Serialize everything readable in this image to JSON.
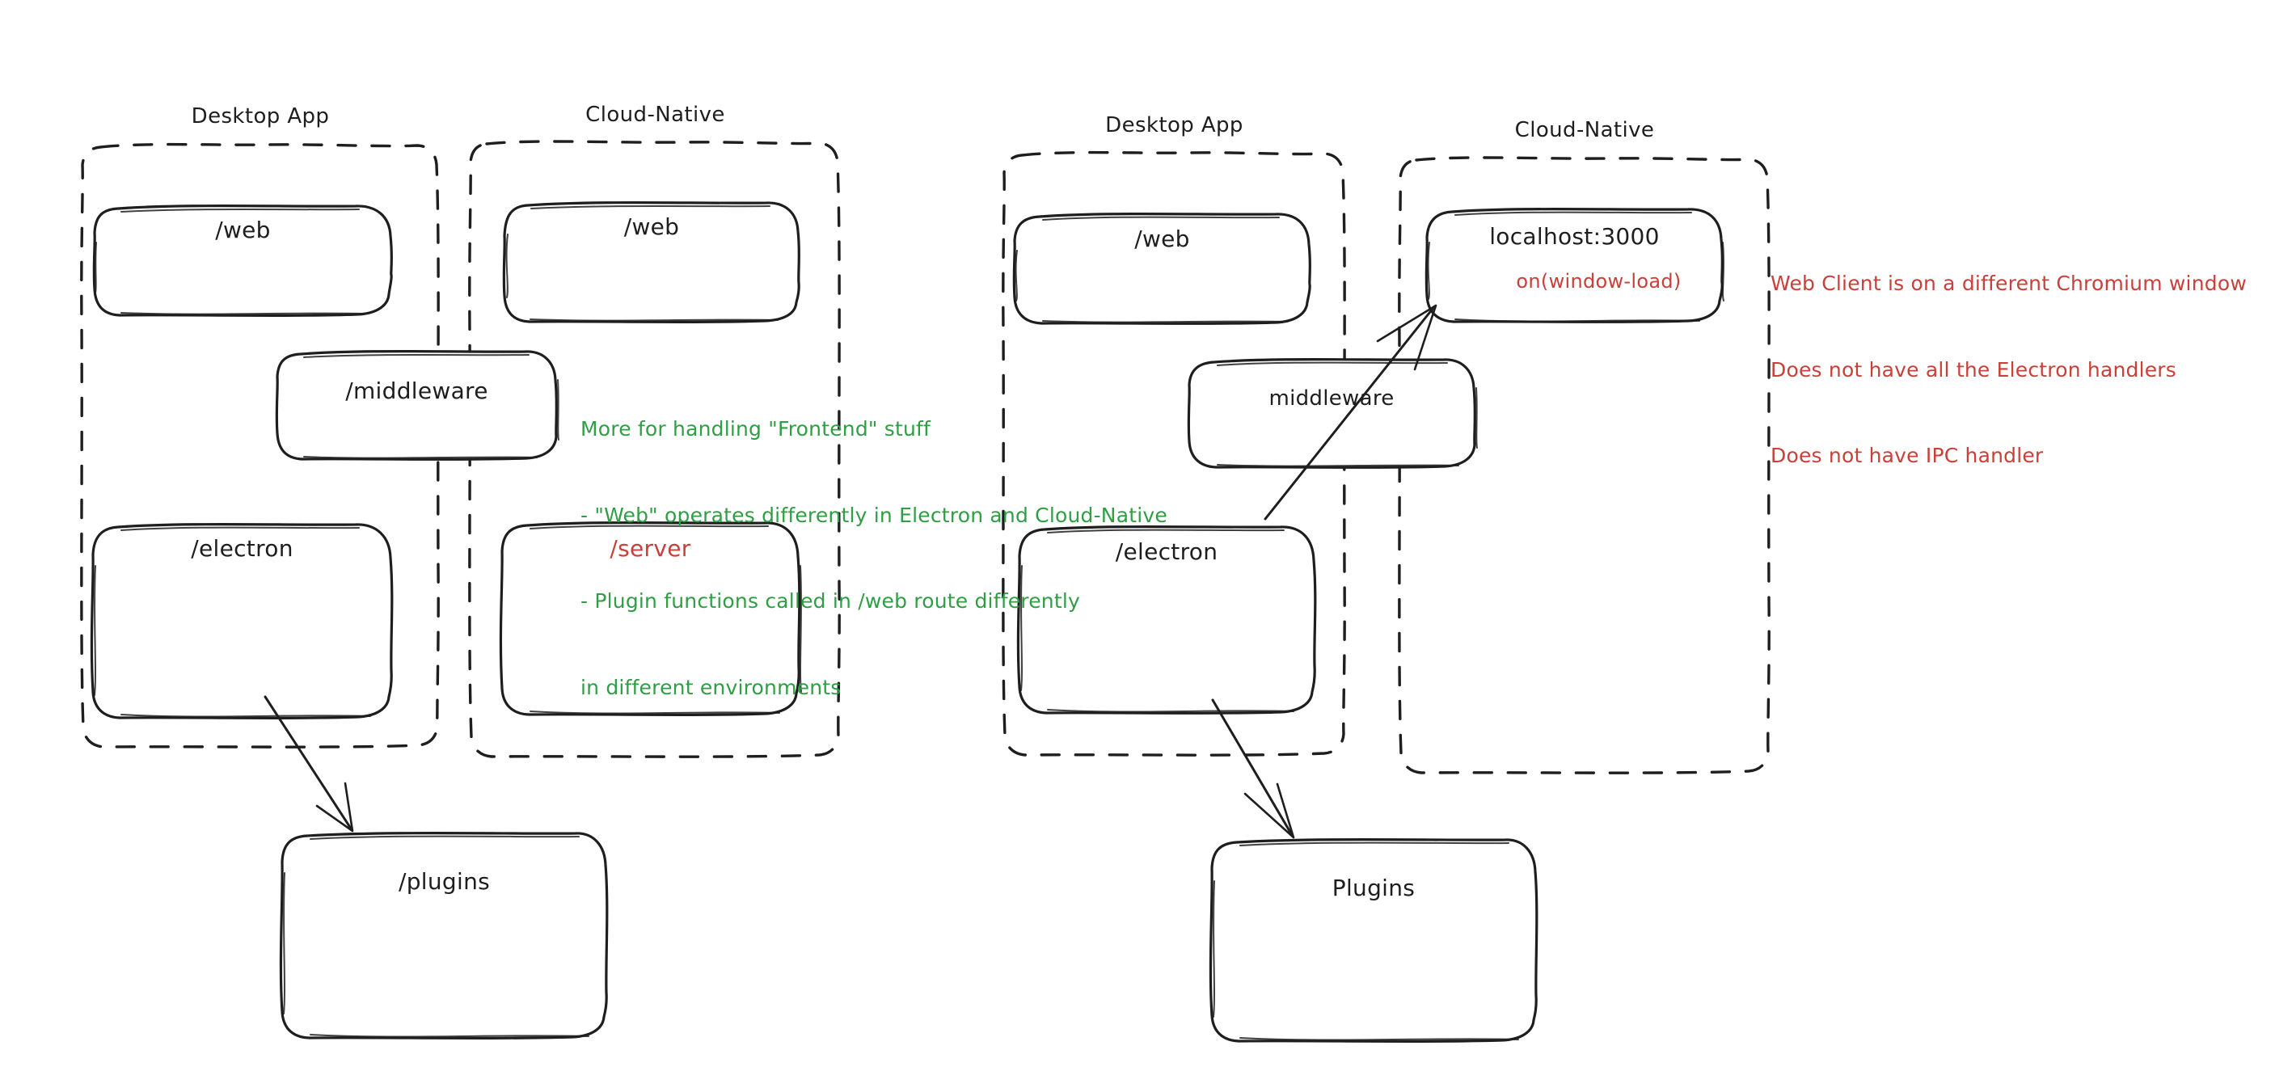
{
  "meta": {
    "title": "Desktop App vs Cloud-Native architecture sketch",
    "background": "#ffffff",
    "ink": "#1e1e1e",
    "green": "#2f9e44",
    "red": "#c9403a"
  },
  "diagrams": [
    {
      "id": "left",
      "groups": [
        {
          "id": "left-desktop",
          "title": "Desktop App"
        },
        {
          "id": "left-cloud",
          "title": "Cloud-Native"
        }
      ],
      "nodes": [
        {
          "id": "left-web-desktop",
          "label": "/web",
          "color": "ink"
        },
        {
          "id": "left-web-cloud",
          "label": "/web",
          "color": "ink"
        },
        {
          "id": "left-middleware",
          "label": "/middleware",
          "color": "ink"
        },
        {
          "id": "left-electron",
          "label": "/electron",
          "color": "ink"
        },
        {
          "id": "left-server",
          "label": "/server",
          "color": "red"
        },
        {
          "id": "left-plugins",
          "label": "/plugins",
          "color": "ink"
        }
      ],
      "arrows": [
        {
          "id": "left-electron-to-plugins",
          "from": "left-electron",
          "to": "left-plugins"
        }
      ]
    },
    {
      "id": "right",
      "groups": [
        {
          "id": "right-desktop",
          "title": "Desktop App"
        },
        {
          "id": "right-cloud",
          "title": "Cloud-Native"
        }
      ],
      "nodes": [
        {
          "id": "right-web",
          "label": "/web",
          "color": "ink"
        },
        {
          "id": "right-localhost",
          "label": "localhost:3000",
          "sub": "on(window-load)",
          "color": "ink",
          "sub_color": "red"
        },
        {
          "id": "right-middleware",
          "label": "middleware",
          "color": "ink"
        },
        {
          "id": "right-electron",
          "label": "/electron",
          "color": "ink"
        },
        {
          "id": "right-plugins",
          "label": "Plugins",
          "color": "ink"
        }
      ],
      "arrows": [
        {
          "id": "right-electron-to-plugins",
          "from": "right-electron",
          "to": "right-plugins"
        },
        {
          "id": "right-electron-to-localhost",
          "from": "right-electron",
          "to": "right-localhost"
        }
      ]
    }
  ],
  "annotations": {
    "green_note": {
      "color": "#2f9e44",
      "lines": [
        "More for handling \"Frontend\" stuff",
        "- \"Web\" operates differently in Electron and Cloud-Native",
        "- Plugin functions called in /web route differently",
        "in different environments"
      ]
    },
    "red_note": {
      "color": "#c9403a",
      "lines": [
        "Web Client is on a different Chromium window",
        "Does not have all the Electron handlers",
        "Does not have IPC handler"
      ]
    }
  }
}
